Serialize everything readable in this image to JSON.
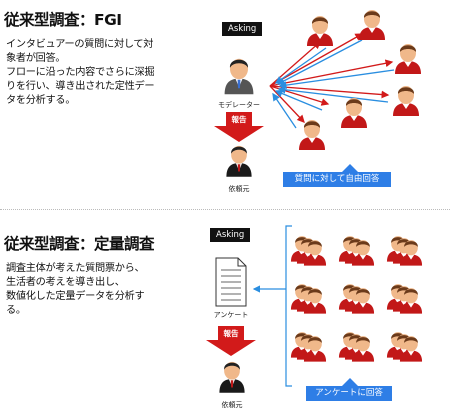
{
  "fgi": {
    "heading": "従来型調査：FGI",
    "description_lines": [
      "インタビュアーの質問に対して対",
      "象者が回答。",
      "フローに沿った内容でさらに深掘",
      "りを行い、導き出された定性デー",
      "タを分析する。"
    ],
    "asking_label": "Asking",
    "moderator_label": "モデレーター",
    "report_label": "報告",
    "client_label": "依頼元",
    "answer_box": "質問に対して自由回答"
  },
  "quant": {
    "heading": "従来型調査：定量調査",
    "description_lines": [
      "調査主体が考えた質問票から、",
      "生活者の考えを導き出し、",
      "数値化した定量データを分析す",
      "る。"
    ],
    "asking_label": "Asking",
    "questionnaire_label": "アンケート",
    "report_label": "報告",
    "client_label": "依頼元",
    "answer_box": "アンケートに回答"
  },
  "colors": {
    "person_red": "#c21818",
    "skin": "#f0b88a",
    "hair": "#6b3a1a",
    "arrow_red": "#d21a1a",
    "arrow_blue": "#2a8ee0",
    "box_blue": "#2e7ee6"
  }
}
